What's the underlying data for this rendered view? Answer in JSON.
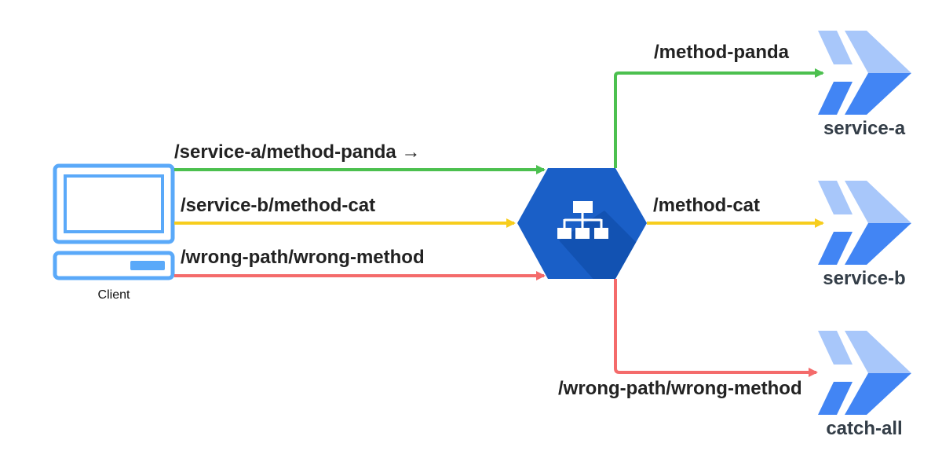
{
  "client": {
    "label": "Client"
  },
  "load_balancer": {
    "icon": "load-balancer-hexagon-icon"
  },
  "requests": [
    {
      "path": "/service-a/method-panda →",
      "color": "#4cc04f"
    },
    {
      "path": "/service-b/method-cat",
      "color": "#f7cd1d"
    },
    {
      "path": "/wrong-path/wrong-method",
      "color": "#f46b6b"
    }
  ],
  "routes": [
    {
      "path": "/method-panda",
      "service": "service-a",
      "color": "#4cc04f"
    },
    {
      "path": "/method-cat",
      "service": "service-b",
      "color": "#f7cd1d"
    },
    {
      "path": "/wrong-path/wrong-method",
      "service": "catch-all",
      "color": "#f46b6b"
    }
  ],
  "colors": {
    "client_outline": "#5aa9f9",
    "hexagon": "#1a5fc7",
    "hexagon_shadow": "#0d47a1",
    "service_light": "#a8c7fa",
    "service_dark": "#4285f4"
  }
}
